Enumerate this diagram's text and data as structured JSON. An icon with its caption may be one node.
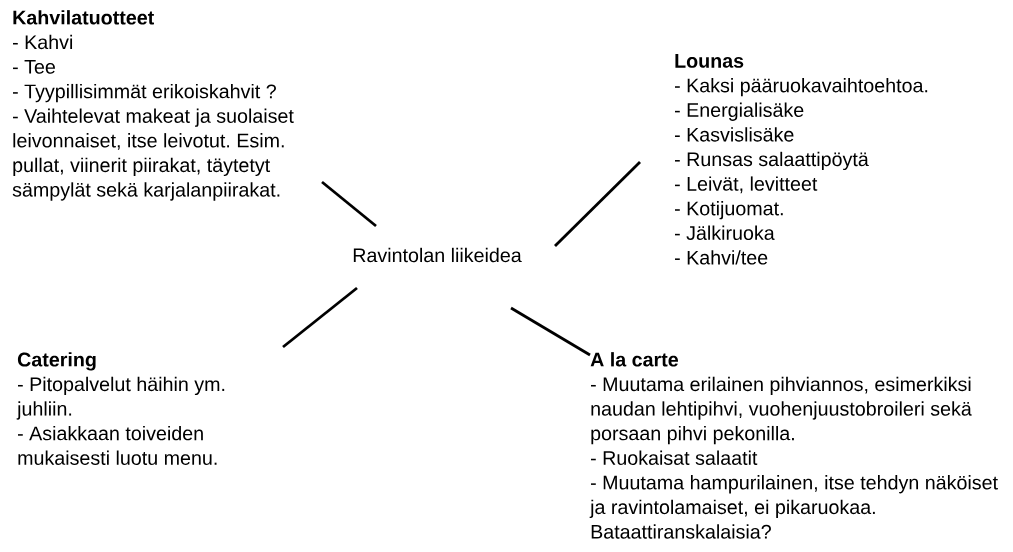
{
  "diagram": {
    "nodes": [
      {
        "text": [
          "Ravintolan liikeidea"
        ]
      },
      {
        "text": [
          "Kahvilatuotteet",
          "- Kahvi",
          "- Tee",
          "- Tyypillisimmät erikoiskahvit ?",
          "- Vaihtelevat makeat ja suolaiset leivonnaiset, itse leivotut. Esim. pullat, viinerit piirakat, täytetyt sämpylät sekä karjalanpiirakat."
        ]
      },
      {
        "text": [
          "Lounas",
          "- Kaksi pääruokavaihtoehtoa.",
          "- Energialisäke",
          "- Kasvislisäke",
          "- Runsas salaattipöytä",
          "- Leivät, levitteet",
          "- Kotijuomat.",
          "- Jälkiruoka",
          "- Kahvi/tee"
        ]
      },
      {
        "text": [
          "Catering",
          "- Pitopalvelut häihin ym. juhliin.",
          "- Asiakkaan toiveiden mukaisesti luotu menu."
        ]
      },
      {
        "text": [
          "A la carte",
          "- Muutama erilainen pihviannos, esimerkiksi naudan lehtipihvi, vuohenjuustobroileri sekä porsaan pihvi pekonilla.",
          "- Ruokaisat salaatit",
          "-  Muutama hampurilainen, itse tehdyn näköiset ja ravintolamaiset, ei pikaruokaa. Bataattiranskalaisia?"
        ]
      }
    ],
    "edges": [
      {
        "from": 0,
        "to": 1,
        "arrow": "none"
      },
      {
        "from": 0,
        "to": 2,
        "arrow": "none"
      },
      {
        "from": 0,
        "to": 3,
        "arrow": "none"
      },
      {
        "from": 0,
        "to": 4,
        "arrow": "none"
      }
    ]
  }
}
